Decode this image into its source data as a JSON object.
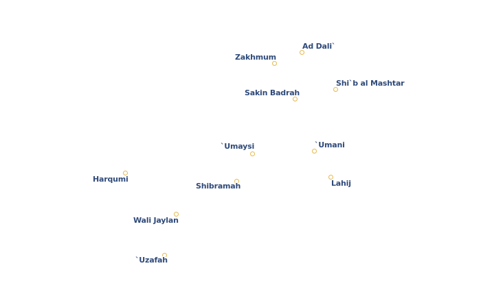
{
  "places": [
    {
      "id": "ad-dali",
      "name": "Ad Dali`"
    },
    {
      "id": "zakhmum",
      "name": "Zakhmum"
    },
    {
      "id": "sakin-badrah",
      "name": "Sakin Badrah"
    },
    {
      "id": "shib-al-mashtar",
      "name": "Shi`b al Mashtar"
    },
    {
      "id": "umaysi",
      "name": "`Umaysi"
    },
    {
      "id": "umani",
      "name": "`Umani"
    },
    {
      "id": "harqumi",
      "name": "Harqumi"
    },
    {
      "id": "shibramah",
      "name": "Shibramah"
    },
    {
      "id": "lahij",
      "name": "Lahij"
    },
    {
      "id": "wali-jaylan",
      "name": "Wali Jaylan"
    },
    {
      "id": "uzafah",
      "name": "`Uzafah"
    }
  ],
  "colors": {
    "label": "#2f4a7a",
    "marker": "#e6b84a",
    "background": "#ffffff"
  }
}
